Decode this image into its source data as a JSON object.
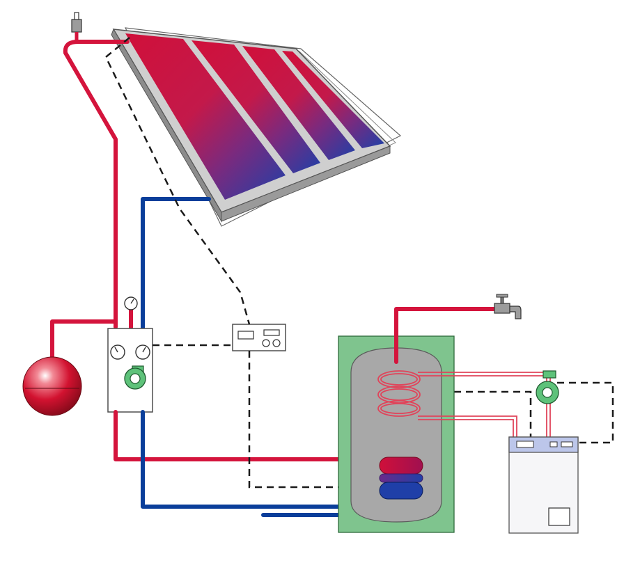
{
  "diagram": {
    "components": [
      "solar-collector",
      "air-vent",
      "expansion-vessel",
      "pump-station",
      "solar-controller",
      "hot-water-storage-tank",
      "solar-heat-exchanger-coil",
      "auxiliary-heater-coil",
      "hot-water-tap",
      "boiler-circulation-pump",
      "auxiliary-boiler"
    ],
    "colors": {
      "hot_pipe": "#d4143c",
      "cold_pipe": "#0a3e9a",
      "tank_casing": "#7fc48e",
      "tank_body": "#a8a8a8",
      "pump_green": "#5ec27a",
      "boiler_panel": "#bcc6ea",
      "control_line": "#1a1a1a"
    }
  }
}
